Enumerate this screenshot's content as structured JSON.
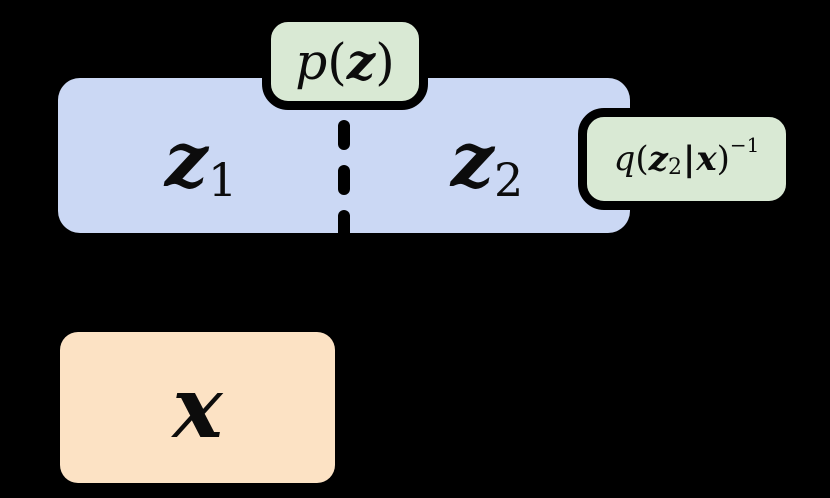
{
  "figure": {
    "description": "latent-variable model diagram",
    "background_color": "#000000"
  },
  "colors": {
    "latent_fill": "#cbd8f4",
    "tag_fill": "#d9e9d4",
    "tag_border": "#000000",
    "observed_fill": "#fce2c4",
    "divider": "#000000"
  },
  "latent_box": {
    "z1": {
      "var": "z",
      "sub": "1"
    },
    "z2": {
      "var": "z",
      "sub": "2"
    }
  },
  "prior_tag": {
    "func": "p",
    "open": "(",
    "var": "z",
    "close": ")"
  },
  "posterior_tag": {
    "func": "q",
    "open": "(",
    "var": "z",
    "var_sub": "2",
    "bar": "|",
    "arg": "x",
    "close": ")",
    "sup": "−1"
  },
  "observed_box": {
    "var": "x"
  }
}
